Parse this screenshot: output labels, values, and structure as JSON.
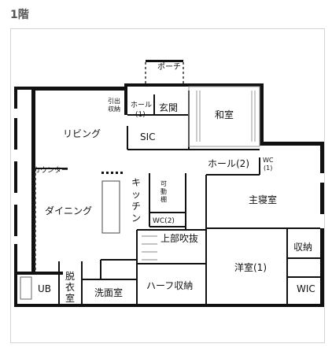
{
  "heading": "1階",
  "rooms": {
    "porch": "ポーチ",
    "storage_small": [
      "引出",
      "収納"
    ],
    "hall1": [
      "ホール",
      "(1)"
    ],
    "entrance": "玄関",
    "washitsu": "和室",
    "living": "リビング",
    "sic": "SIC",
    "hall2": "ホール(2)",
    "wc1": [
      "WC",
      "(1)"
    ],
    "counter": "カウンター",
    "kitchen": [
      "キ",
      "ッ",
      "チ",
      "ン"
    ],
    "movable_shelf": [
      "可",
      "動",
      "棚"
    ],
    "master_bedroom": "主寝室",
    "dining": "ダイニング",
    "wc2": "WC(2)",
    "stairwell": "上部吹抜",
    "closet": "収納",
    "youshitsu1": "洋室(1)",
    "wic": "WIC",
    "ub": "UB",
    "dressing": [
      "脱",
      "衣",
      "室"
    ],
    "washroom": "洗面室",
    "half_storage": "ハーフ収納"
  }
}
